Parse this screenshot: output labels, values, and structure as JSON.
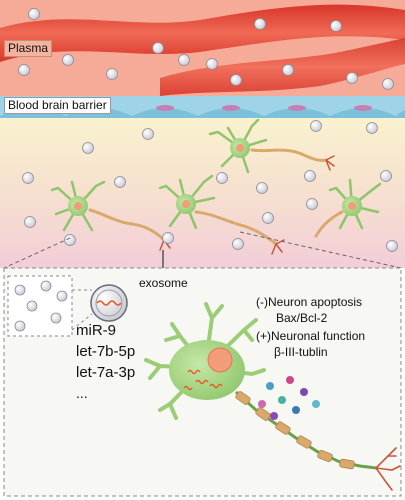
{
  "labels": {
    "plasma": "Plasma",
    "bbb": "Blood brain barrier",
    "exosome": "exosome"
  },
  "mirnas": [
    "miR-9",
    "let-7b-5p",
    "let-7a-3p",
    "..."
  ],
  "effects": [
    "(-)Neuron apoptosis",
    "Bax/Bcl-2",
    "(+)Neuronal function",
    "β-III-tublin"
  ],
  "colors": {
    "plasma_band": "#e84a3a",
    "neuron": "#a8d58a",
    "nucleus": "#f29c7a",
    "axon": "#d9a86a",
    "cargo": "#e85a2a"
  }
}
